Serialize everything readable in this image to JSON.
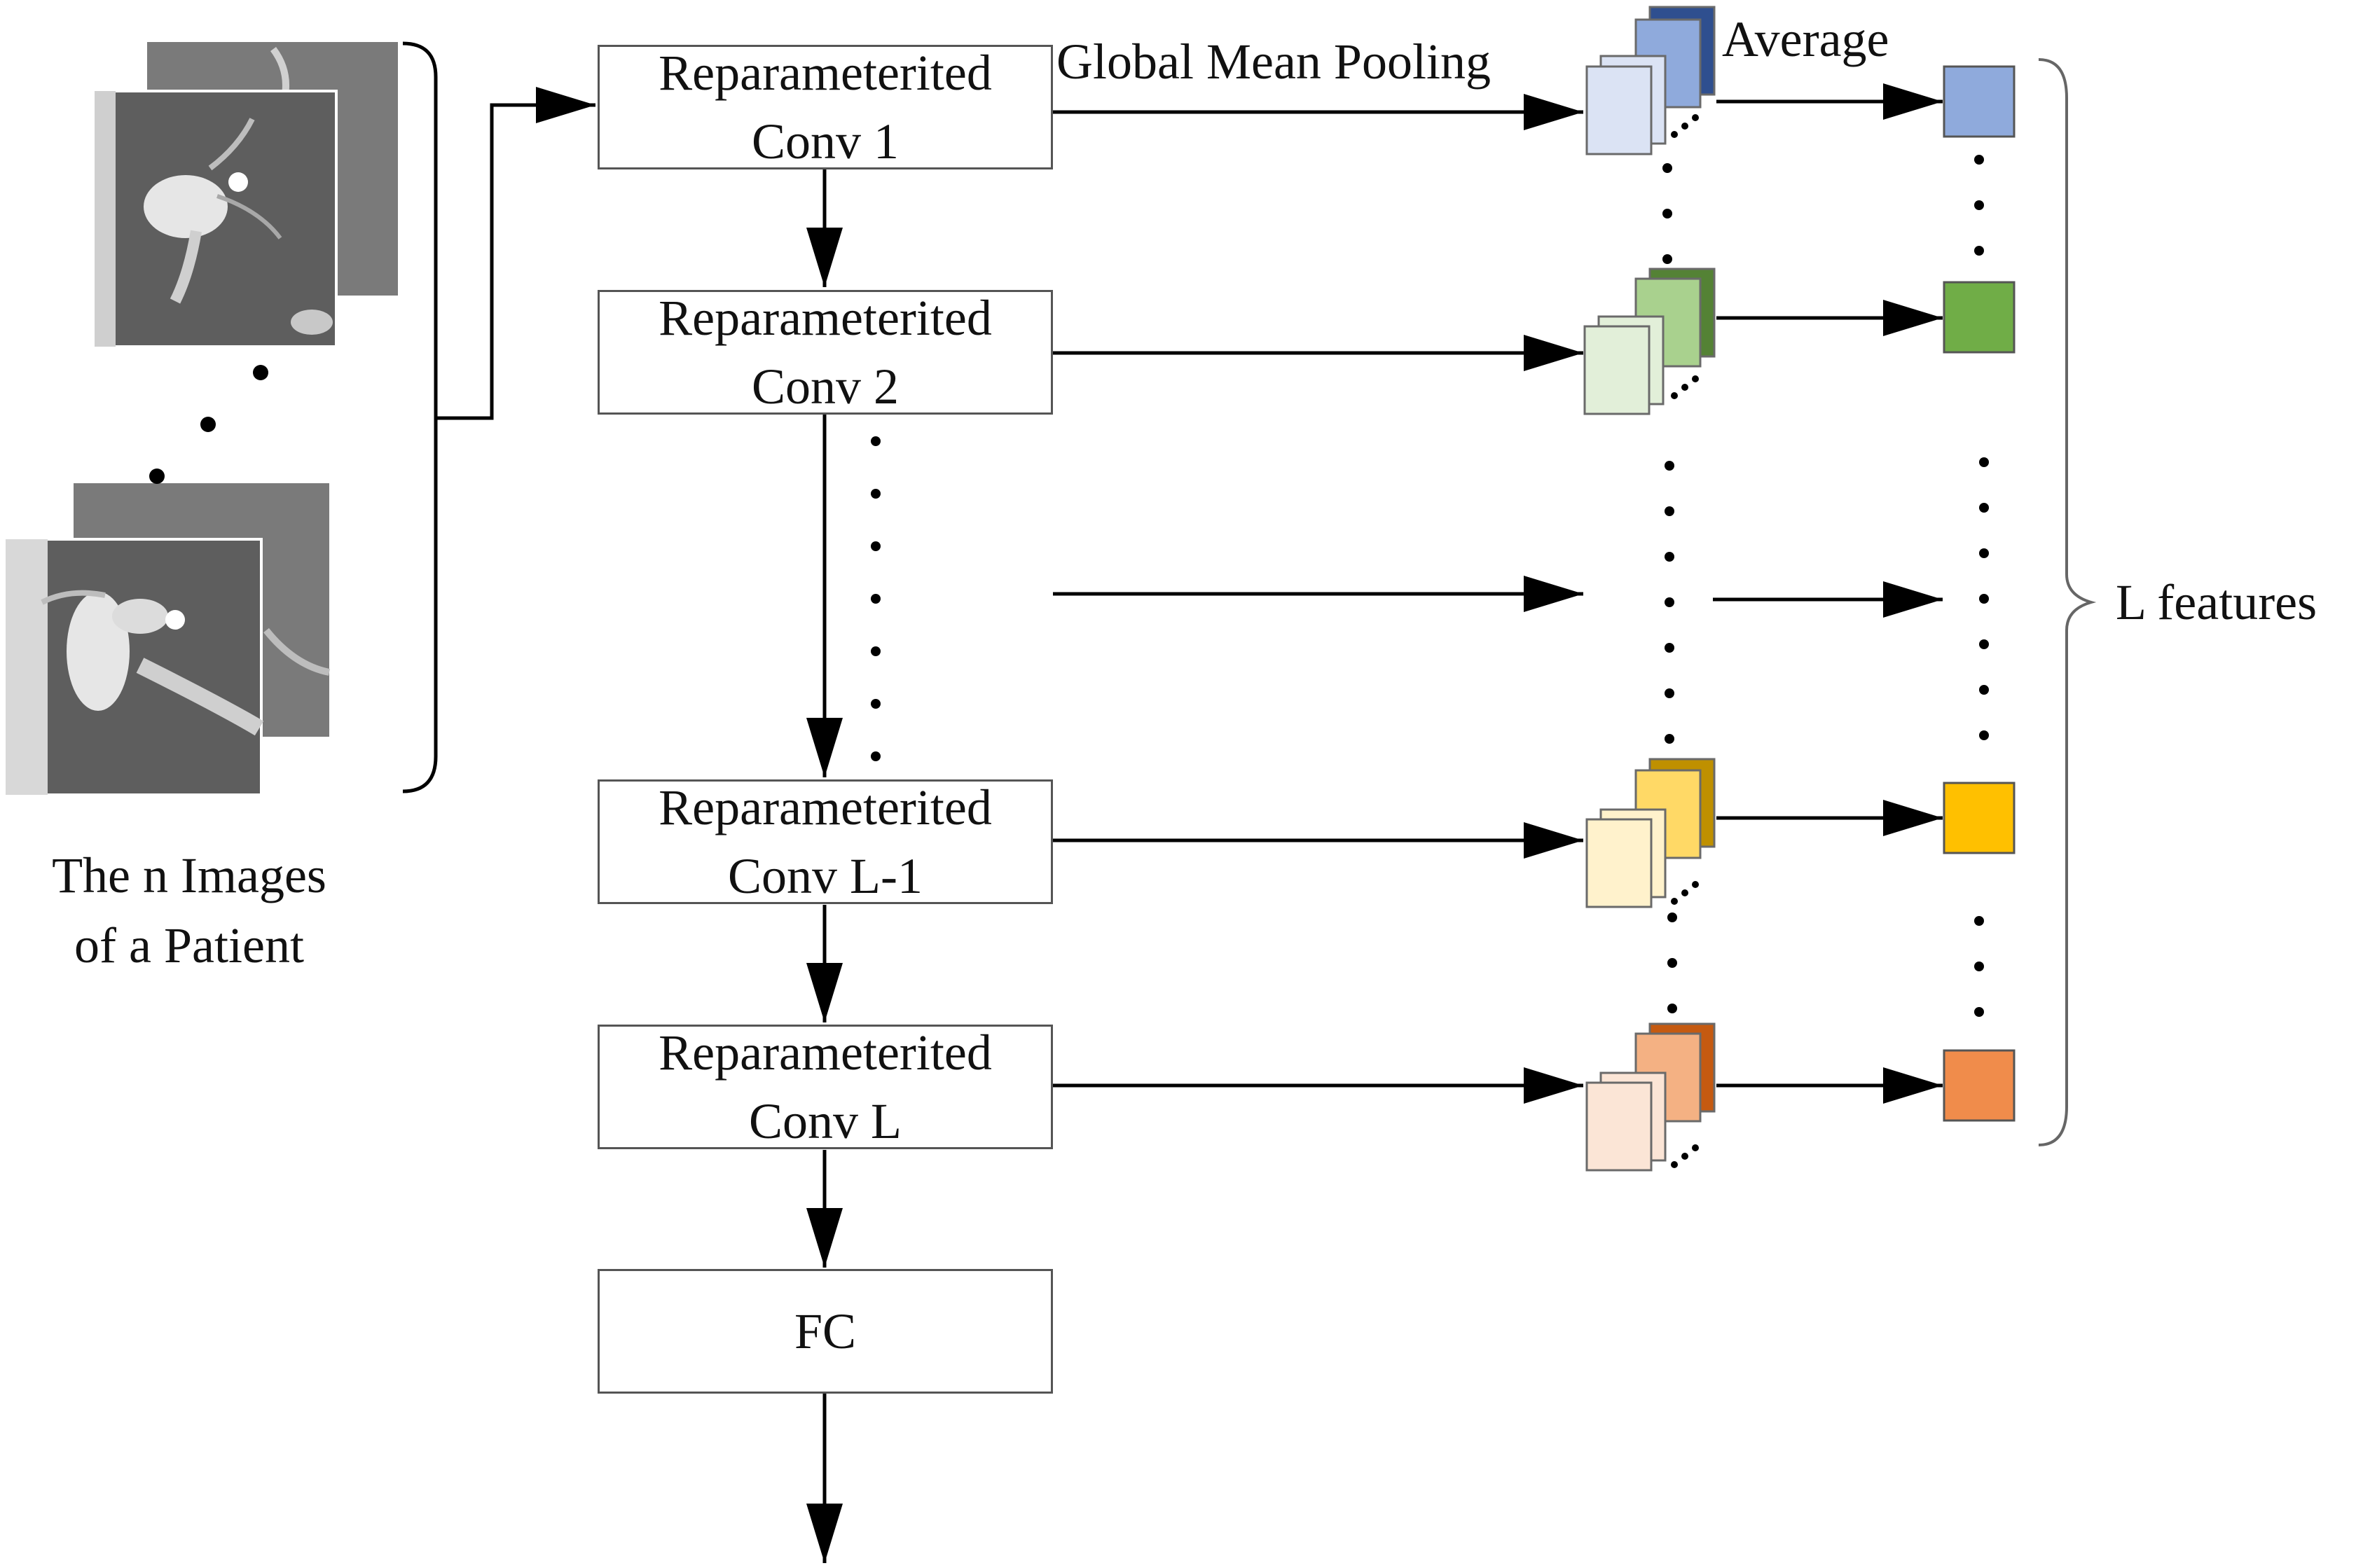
{
  "input": {
    "caption_line1": "The n Images",
    "caption_line2": "of a Patient"
  },
  "layers": [
    {
      "line1": "Reparameterited",
      "line2": "Conv 1"
    },
    {
      "line1": "Reparameterited",
      "line2": "Conv 2"
    },
    {
      "line1": "Reparameterited",
      "line2": "Conv L-1"
    },
    {
      "line1": "Reparameterited",
      "line2": "Conv L"
    }
  ],
  "fc": {
    "label": "FC"
  },
  "labels": {
    "pooling": "Global Mean Pooling",
    "average": "Average",
    "features": "L features"
  },
  "colors": {
    "blue": [
      "#dbe3f4",
      "#8faadc",
      "#2f4f8f"
    ],
    "green": [
      "#e2efd9",
      "#a9d18e",
      "#548235"
    ],
    "yellow": [
      "#fff2cc",
      "#ffd966",
      "#bf9000"
    ],
    "orange": [
      "#fbe5d6",
      "#f4b183",
      "#c55a11"
    ],
    "feature_blue": "#8faadc",
    "feature_green": "#70ad47",
    "feature_yellow": "#ffc000",
    "feature_orange": "#f08c4b"
  }
}
